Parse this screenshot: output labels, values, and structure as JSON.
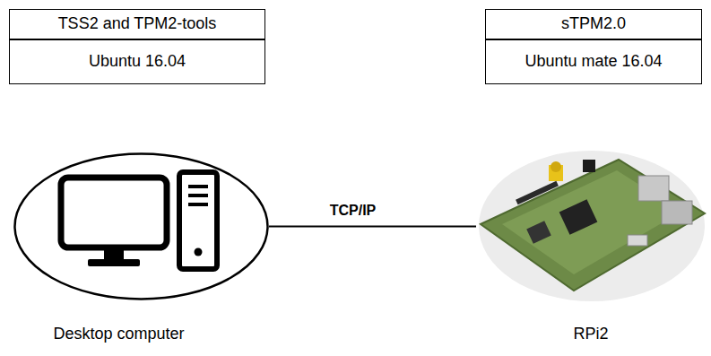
{
  "diagram": {
    "nodes": [
      {
        "text": [
          "TSS2 and TPM2-tools"
        ]
      },
      {
        "text": [
          "Ubuntu 16.04"
        ]
      },
      {
        "text": [
          "sTPM2.0"
        ]
      },
      {
        "text": [
          "Ubuntu mate 16.04"
        ]
      },
      {
        "text": [
          "Desktop computer"
        ]
      },
      {
        "text": [
          "RPi2"
        ]
      }
    ],
    "edges": [
      {
        "from": 4,
        "to": 5,
        "label": "TCP/IP",
        "arrow": "none"
      }
    ]
  }
}
